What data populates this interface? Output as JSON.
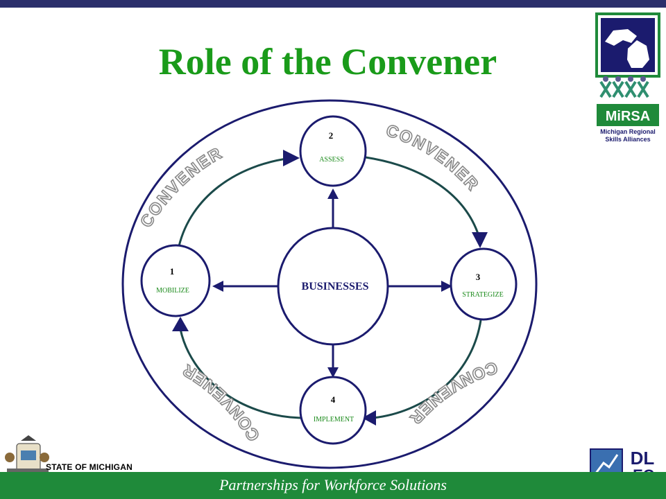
{
  "slide": {
    "title": "Role of the Convener",
    "footer": "Partnerships for Workforce Solutions",
    "state_label": "STATE OF MICHIGAN"
  },
  "logo_mirsa": {
    "abbr": "MiRSA",
    "name_line1": "Michigan Regional",
    "name_line2": "Skills Alliances"
  },
  "logo_dleg": {
    "top": "DL",
    "bottom": "EG"
  },
  "diagram": {
    "center": "BUSINESSES",
    "ring_word": "CONVENER",
    "nodes": [
      {
        "number": "1",
        "label": "MOBILIZE"
      },
      {
        "number": "2",
        "label": "ASSESS"
      },
      {
        "number": "3",
        "label": "STRATEGIZE"
      },
      {
        "number": "4",
        "label": "IMPLEMENT"
      }
    ]
  },
  "colors": {
    "title": "#1a9b1a",
    "navy": "#1b1b6e",
    "footer": "#1f8a3a",
    "node_text": "#1a8a1a",
    "ring_text": "#888888"
  }
}
